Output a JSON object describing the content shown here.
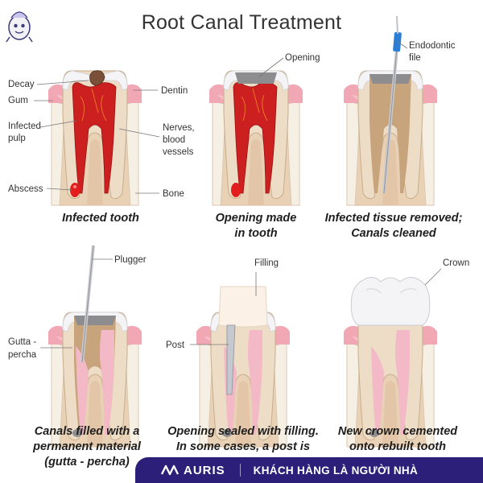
{
  "title": "Root Canal Treatment",
  "labels": {
    "decay": "Decay",
    "gum": "Gum",
    "infected_pulp_1": "Infected",
    "infected_pulp_2": "pulp",
    "abscess": "Abscess",
    "dentin": "Dentin",
    "nerves_1": "Nerves,",
    "nerves_2": "blood",
    "nerves_3": "vessels",
    "bone": "Bone",
    "opening": "Opening",
    "endodontic_1": "Endodontic",
    "endodontic_2": "file",
    "plugger": "Plugger",
    "gutta_1": "Gutta -",
    "gutta_2": "percha",
    "filling": "Filling",
    "post": "Post",
    "crown": "Crown"
  },
  "captions": {
    "step1_1": "Infected tooth",
    "step2_1": "Opening made",
    "step2_2": "in tooth",
    "step3_1": "Infected tissue removed;",
    "step3_2": "Canals cleaned",
    "step4_1": "Canals filled with a",
    "step4_2": "permanent material",
    "step4_3": "(gutta - percha)",
    "step5_1": "Opening sealed with filling.",
    "step5_2": "In some cases, a post is",
    "step6_1": "New crown cemented",
    "step6_2": "onto rebuilt tooth"
  },
  "banner": {
    "brand": "AURIS",
    "slogan": "KHÁCH HÀNG LÀ NGƯỜI NHÀ"
  },
  "colors": {
    "banner_bg": "#2b1f7a",
    "gum": "#f2a7b5",
    "bone": "#e9d1b6",
    "pulp_infected": "#cc2020",
    "enamel": "#f4f4f6",
    "gutta_percha": "#f3b9c7",
    "filling": "#fbf1e6"
  },
  "icons": [
    "mascot-icon",
    "auris-logo-icon"
  ]
}
